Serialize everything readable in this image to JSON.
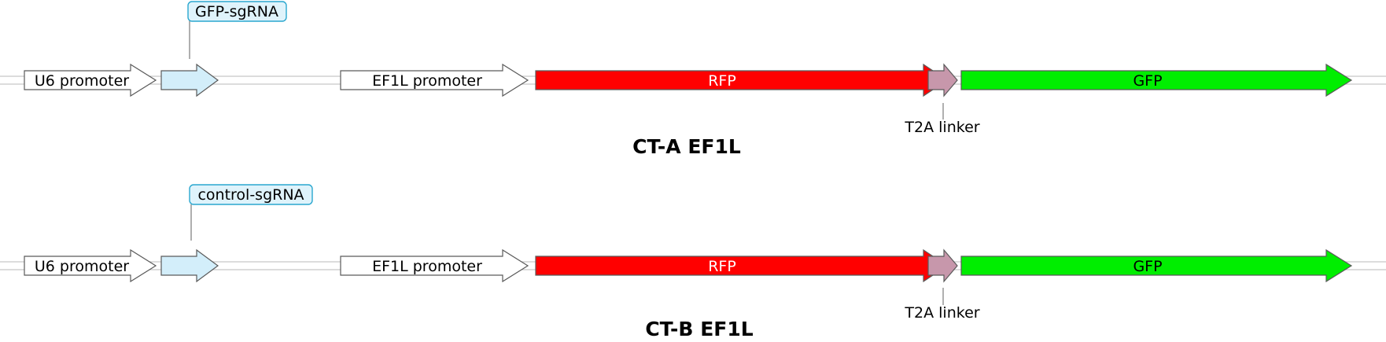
{
  "constructs": [
    {
      "title": "CT-A EF1L",
      "sgrna_label": "GFP-sgRNA",
      "features": [
        {
          "label": "U6 promoter",
          "fill": "#ffffff",
          "text_color": "#000000"
        },
        {
          "label": "",
          "fill": "#d3eefa",
          "text_color": "#000000"
        },
        {
          "label": "EF1L promoter",
          "fill": "#ffffff",
          "text_color": "#000000"
        },
        {
          "label": "RFP",
          "fill": "#ff0000",
          "text_color": "#ffffff"
        },
        {
          "label": "",
          "fill": "#c797ab",
          "text_color": "#000000"
        },
        {
          "label": "GFP",
          "fill": "#00ee00",
          "text_color": "#000000"
        }
      ],
      "linker_label": "T2A linker"
    },
    {
      "title": "CT-B EF1L",
      "sgrna_label": "control-sgRNA",
      "features": [
        {
          "label": "U6 promoter",
          "fill": "#ffffff",
          "text_color": "#000000"
        },
        {
          "label": "",
          "fill": "#d3eefa",
          "text_color": "#000000"
        },
        {
          "label": "EF1L promoter",
          "fill": "#ffffff",
          "text_color": "#000000"
        },
        {
          "label": "RFP",
          "fill": "#ff0000",
          "text_color": "#ffffff"
        },
        {
          "label": "",
          "fill": "#c797ab",
          "text_color": "#000000"
        },
        {
          "label": "GFP",
          "fill": "#00ee00",
          "text_color": "#000000"
        }
      ],
      "linker_label": "T2A linker"
    }
  ]
}
